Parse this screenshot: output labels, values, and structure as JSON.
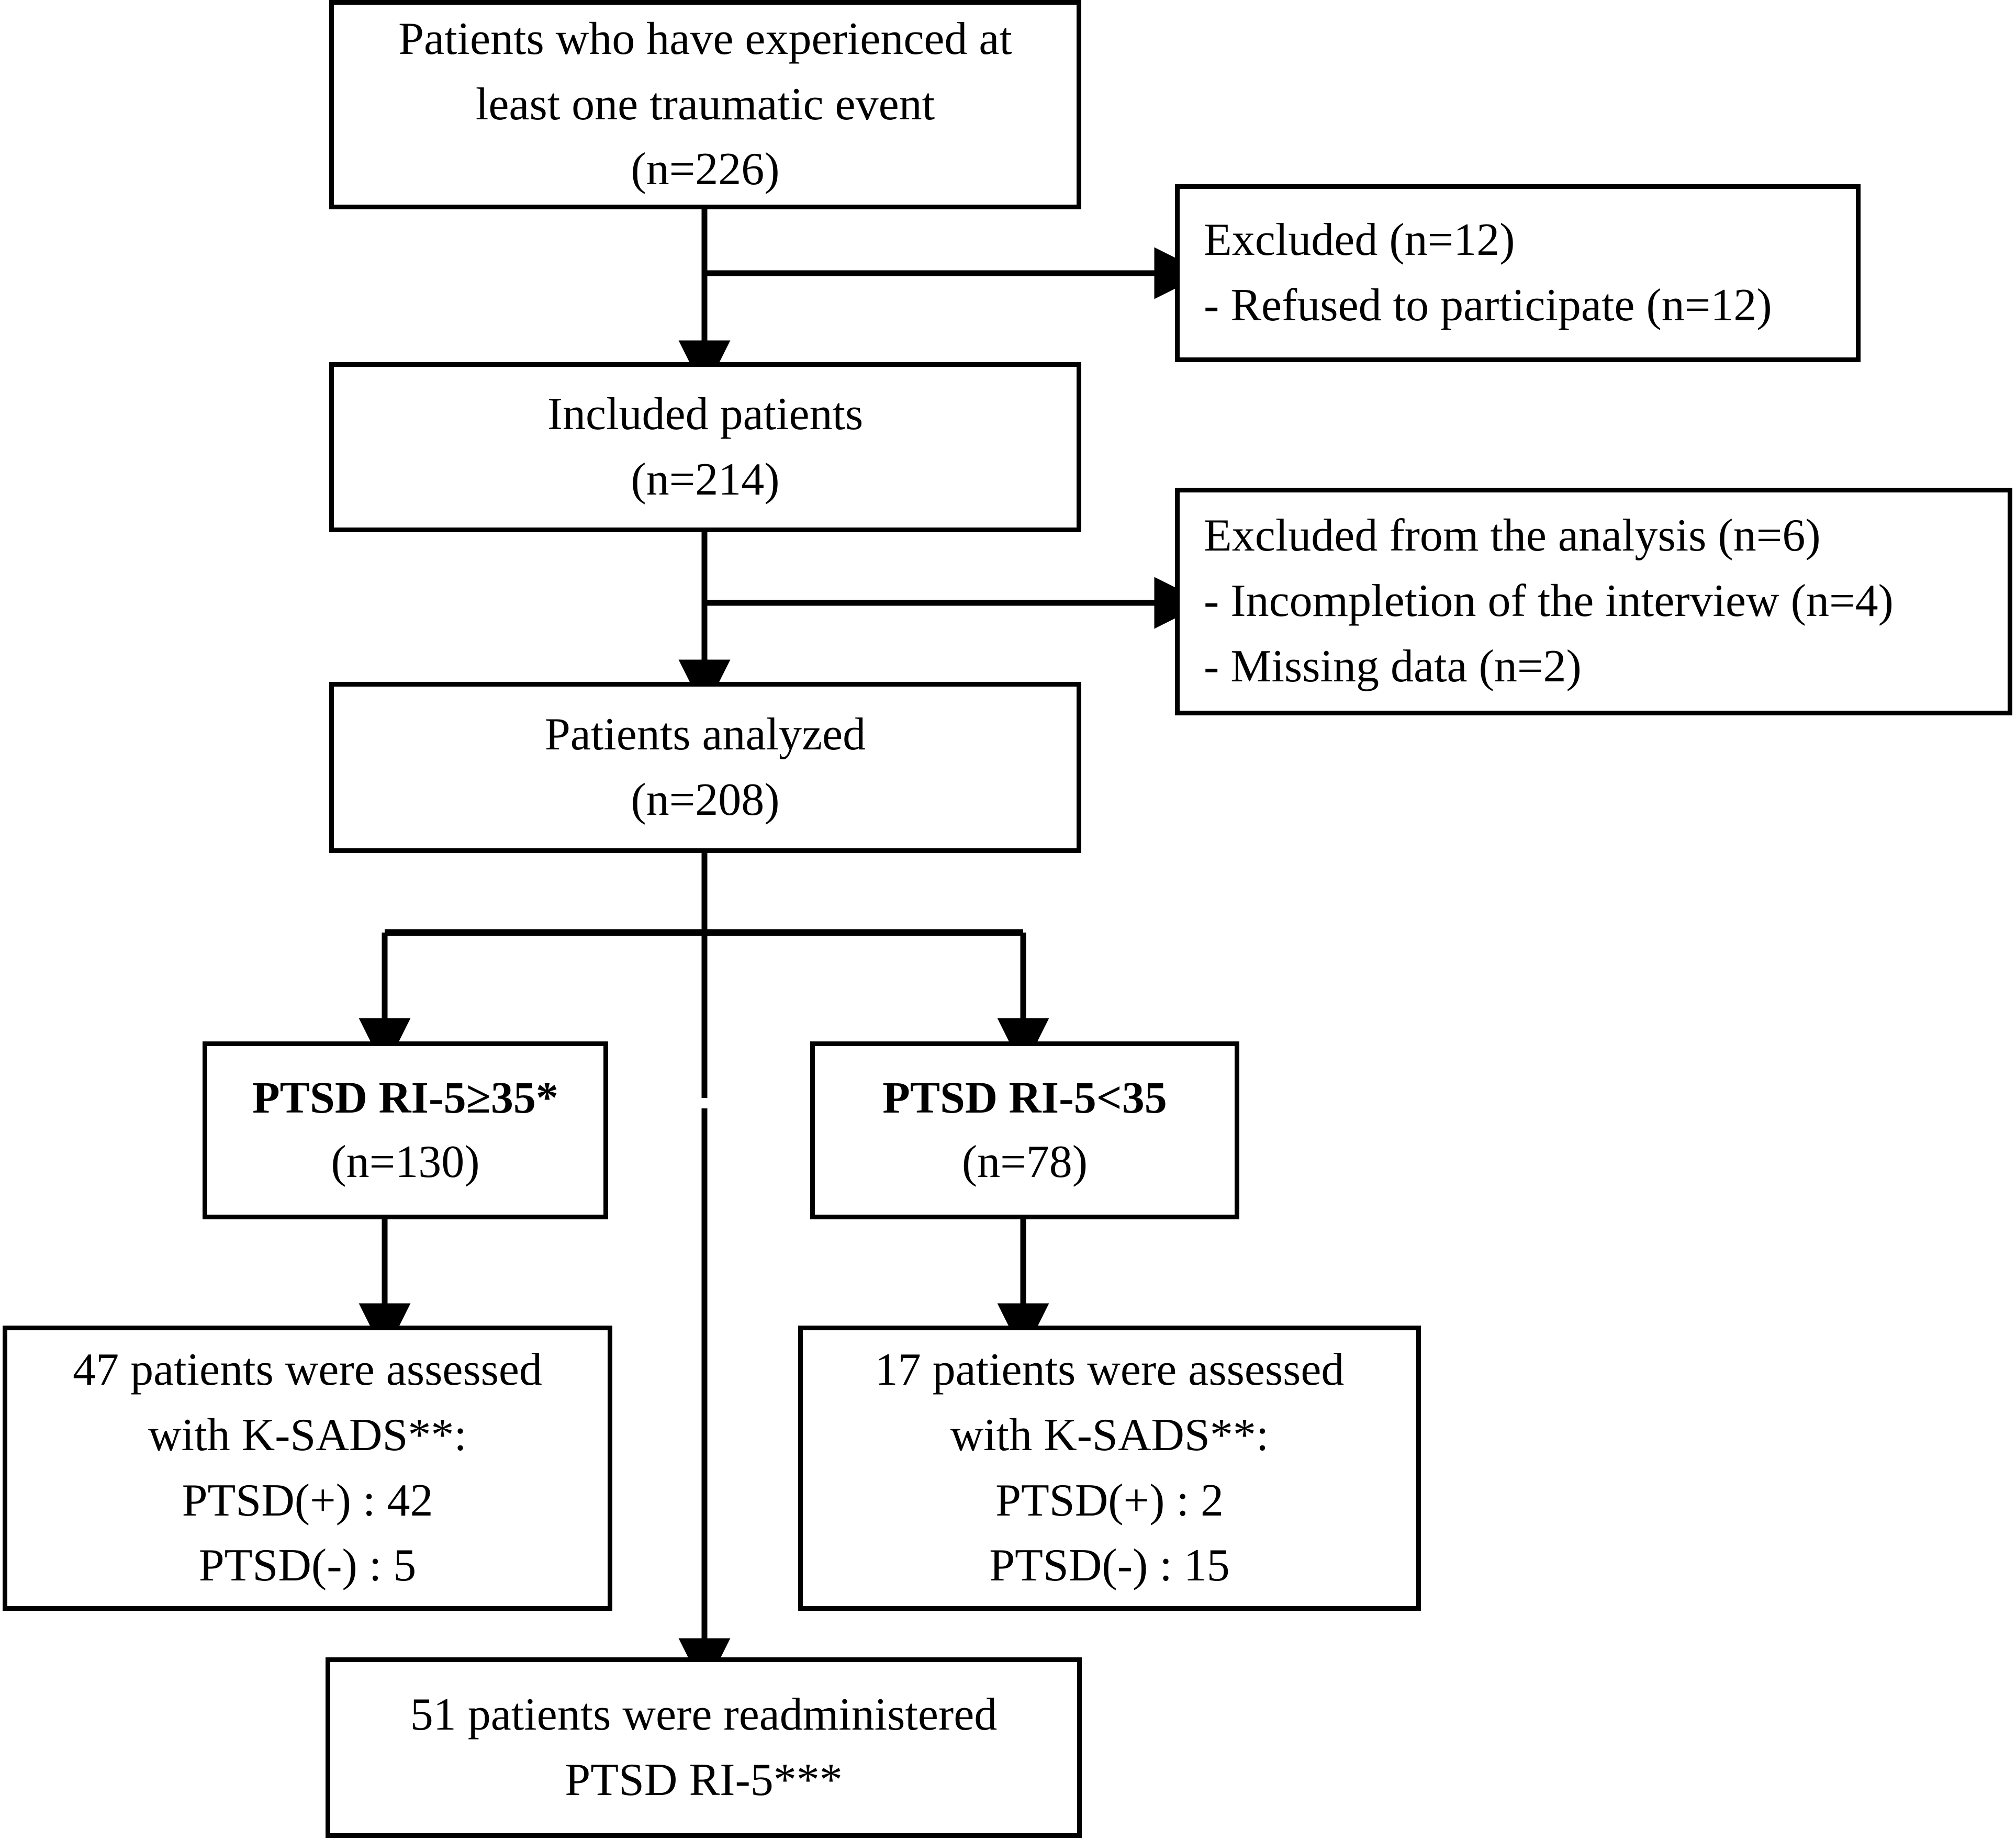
{
  "diagram": {
    "type": "flowchart",
    "title": "PTSD study patient flow diagram",
    "colors": {
      "line": "#000000",
      "box_fill": "#ffffff",
      "text": "#000000"
    },
    "nodes": {
      "enrolled": {
        "lines": [
          "Patients who have experienced at",
          "least one traumatic event",
          "(n=226)"
        ],
        "count_label": "(n=226)",
        "count": 226
      },
      "excluded_1": {
        "lines": [
          "Excluded (n=12)",
          "- Refused to participate (n=12)"
        ],
        "count": 12
      },
      "included": {
        "lines": [
          "Included patients",
          "(n=214)"
        ],
        "count_label": "(n=214)",
        "count": 214
      },
      "excluded_2": {
        "lines": [
          "Excluded from the analysis (n=6)",
          "- Incompletion of the interview (n=4)",
          "- Missing data (n=2)"
        ],
        "count": 6
      },
      "analyzed": {
        "lines": [
          "Patients analyzed",
          "(n=208)"
        ],
        "count_label": "(n=208)",
        "count": 208
      },
      "group_high": {
        "lines": [
          "PTSD RI-5≥35*",
          "(n=130)"
        ],
        "count_label": "(n=130)",
        "count": 130
      },
      "group_low": {
        "lines": [
          "PTSD RI-5<35",
          "(n=78)"
        ],
        "count_label": "(n=78)",
        "count": 78
      },
      "ksads_high": {
        "lines": [
          "47 patients were assessed",
          "with K-SADS**:",
          "PTSD(+) : 42",
          "PTSD(-) : 5"
        ],
        "assessed": 47,
        "ptsd_positive": 42,
        "ptsd_negative": 5
      },
      "ksads_low": {
        "lines": [
          "17 patients were assessed",
          "with K-SADS**:",
          "PTSD(+) : 2",
          "PTSD(-) : 15"
        ],
        "assessed": 17,
        "ptsd_positive": 2,
        "ptsd_negative": 15
      },
      "readministered": {
        "lines": [
          "51 patients were readministered",
          "PTSD RI-5***"
        ],
        "count": 51
      }
    }
  }
}
